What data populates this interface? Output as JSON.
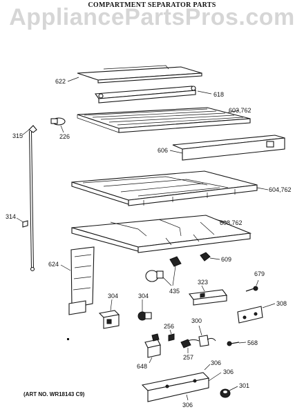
{
  "watermark": "AppliancePartsPros.com",
  "title": "COMPARTMENT SEPARATOR PARTS",
  "art_number": "(ART NO. WR18143 C9)",
  "labels": {
    "p622": "622",
    "p618": "618",
    "p603": "603,762",
    "p315": "315",
    "p226": "226",
    "p606": "606",
    "p604": "604,762",
    "p314": "314",
    "p608": "608,762",
    "p624": "624",
    "p609": "609",
    "p679": "679",
    "p435": "435",
    "p323": "323",
    "p304a": "304",
    "p304b": "304",
    "p308": "308",
    "p256": "256",
    "p300": "300",
    "p568": "568",
    "p648": "648",
    "p257": "257",
    "p306a": "306",
    "p306b": "306",
    "p301": "301",
    "p306c": "306"
  }
}
